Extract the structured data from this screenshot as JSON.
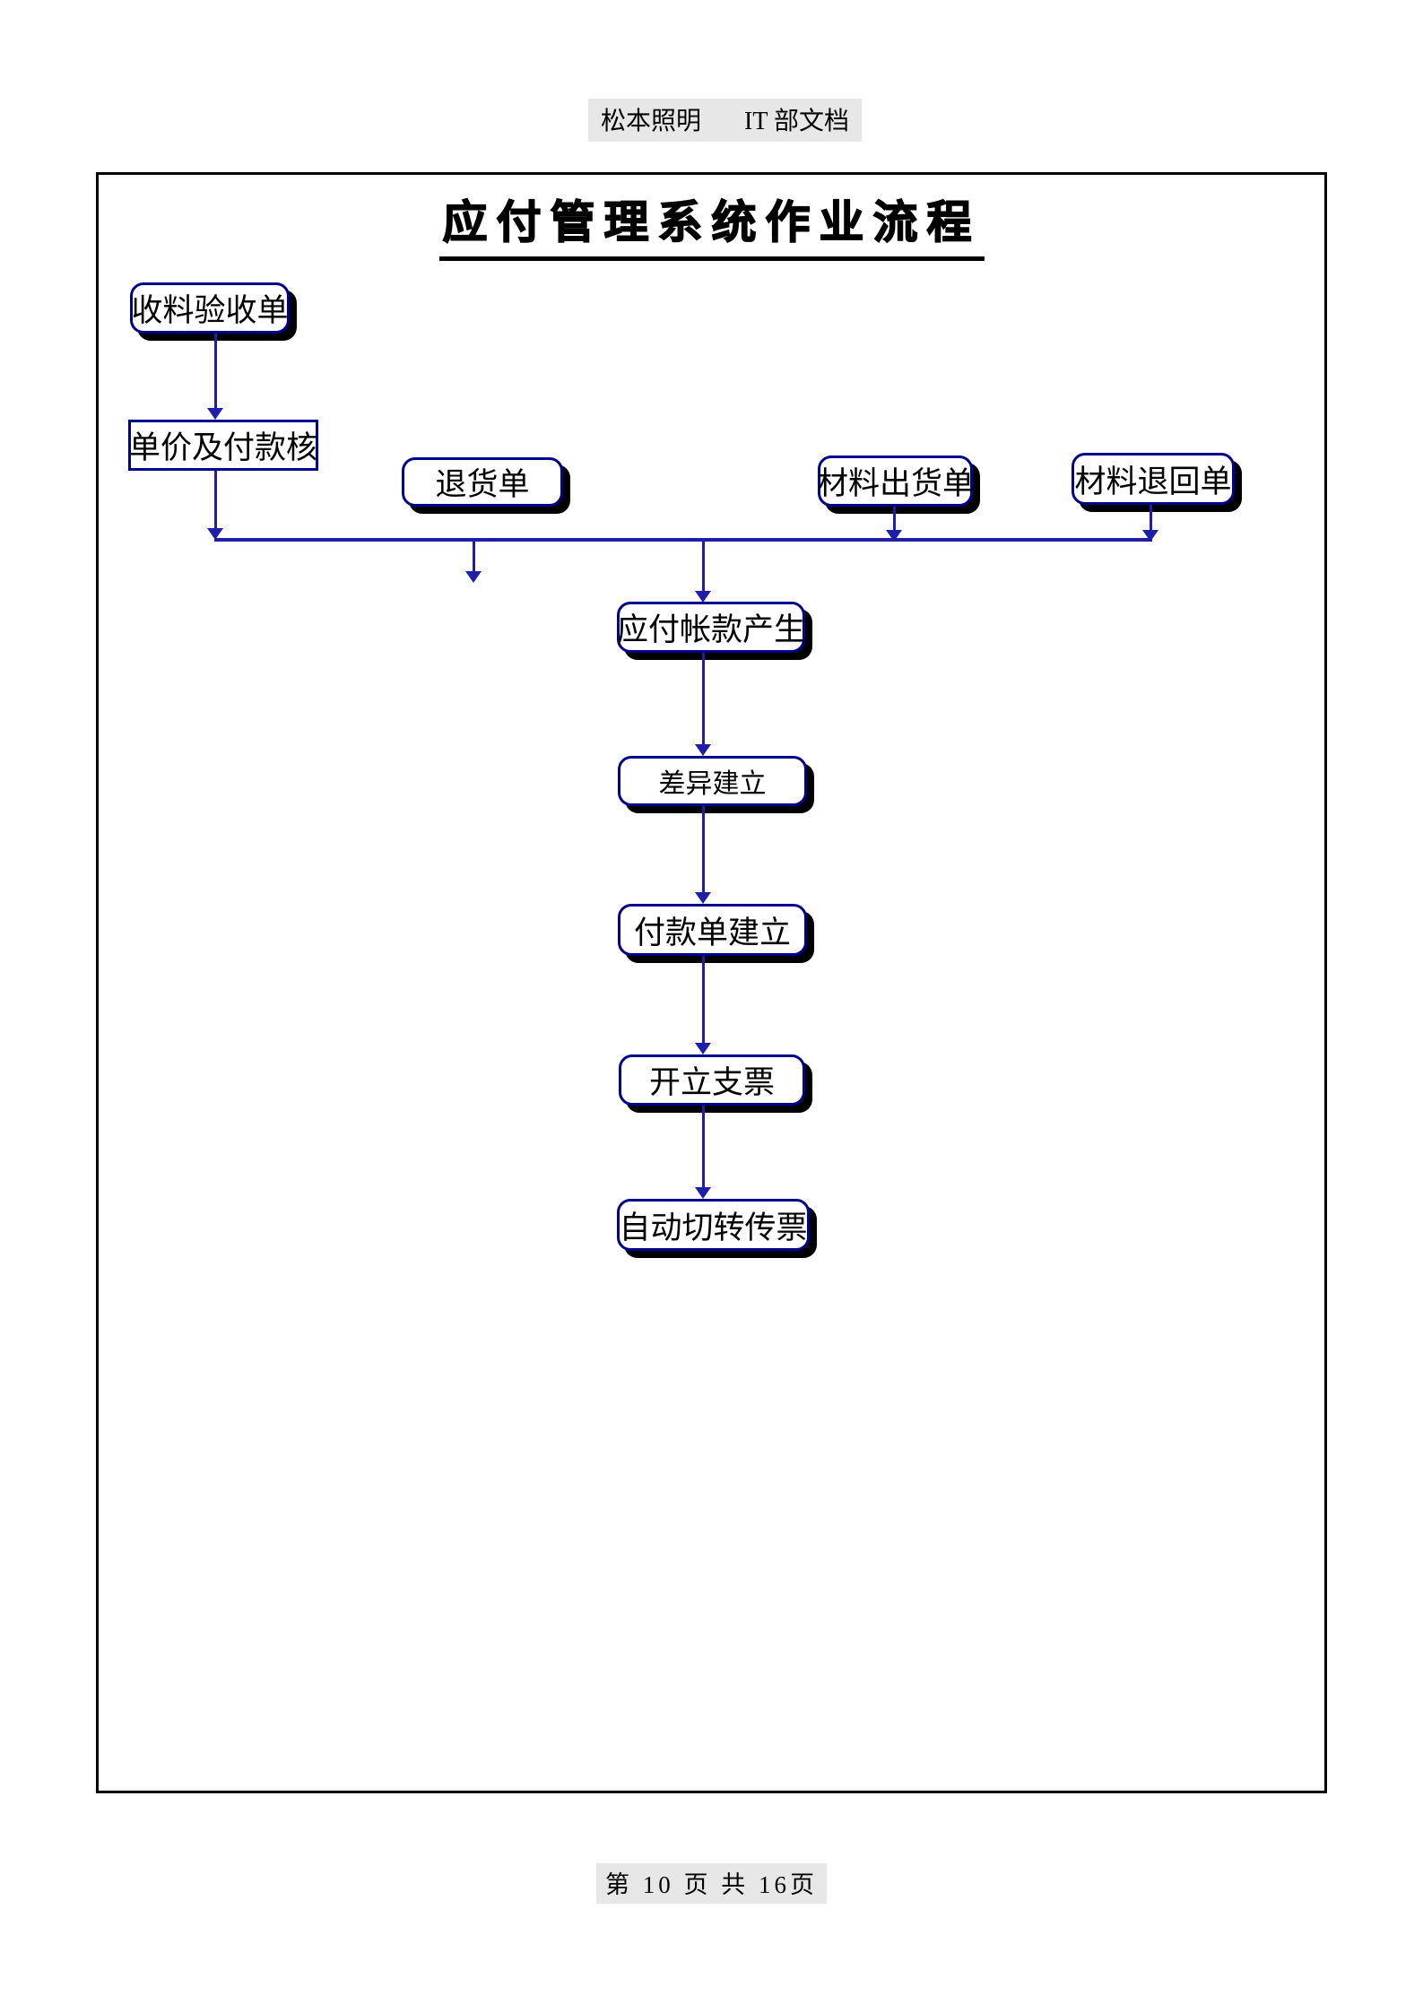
{
  "header": {
    "company": "松本照明",
    "doc_label": "IT 部文档"
  },
  "diagram": {
    "title": "应付管理系统作业流程",
    "nodes": [
      {
        "id": "material-receiving",
        "label": "收料验收单",
        "style": "rounded-shadow"
      },
      {
        "id": "price-payment-check",
        "label": "单价及付款核",
        "style": "plain-rect"
      },
      {
        "id": "return-slip",
        "label": "退货单",
        "style": "rounded-shadow"
      },
      {
        "id": "material-shipment",
        "label": "材料出货单",
        "style": "rounded-shadow"
      },
      {
        "id": "material-return",
        "label": "材料退回单",
        "style": "rounded-shadow"
      },
      {
        "id": "ap-generation",
        "label": "应付帐款产生",
        "style": "rounded-shadow"
      },
      {
        "id": "variance-creation",
        "label": "差异建立",
        "style": "rounded-shadow"
      },
      {
        "id": "payment-creation",
        "label": "付款单建立",
        "style": "rounded-shadow"
      },
      {
        "id": "check-issue",
        "label": "开立支票",
        "style": "rounded-shadow"
      },
      {
        "id": "auto-voucher",
        "label": "自动切转传票",
        "style": "rounded-shadow"
      }
    ],
    "edges": [
      "收料验收单 -> 单价及付款核",
      "单价及付款核 -> 汇流线",
      "退货单 -> 汇流线",
      "材料出货单 -> 汇流线",
      "材料退回单 -> 汇流线",
      "汇流线 -> 应付帐款产生",
      "应付帐款产生 -> 差异建立",
      "差异建立 -> 付款单建立",
      "付款单建立 -> 开立支票",
      "开立支票 -> 自动切转传票"
    ]
  },
  "footer": {
    "page_text": "第 10 页 共 16页"
  },
  "colors": {
    "node_border": "#00008b",
    "connector": "#1e1ea8",
    "shadow": "#000000",
    "highlight_bg": "#e7e7e7",
    "frame_border": "#000000"
  }
}
